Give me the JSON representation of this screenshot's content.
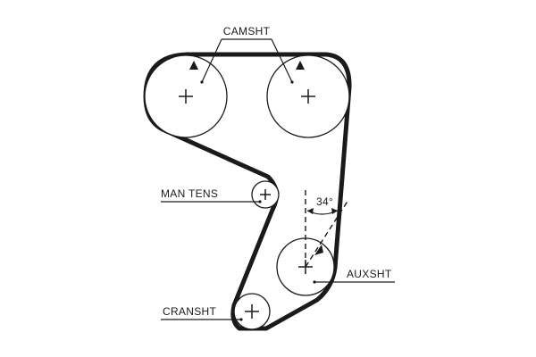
{
  "labels": {
    "camshaft": "CAMSHT",
    "tensioner": "MAN TENS",
    "auxiliary": "AUXSHT",
    "crankshaft": "CRANSHT",
    "angle": "34°"
  },
  "colors": {
    "line": "#1a1a1a",
    "background": "#ffffff"
  }
}
